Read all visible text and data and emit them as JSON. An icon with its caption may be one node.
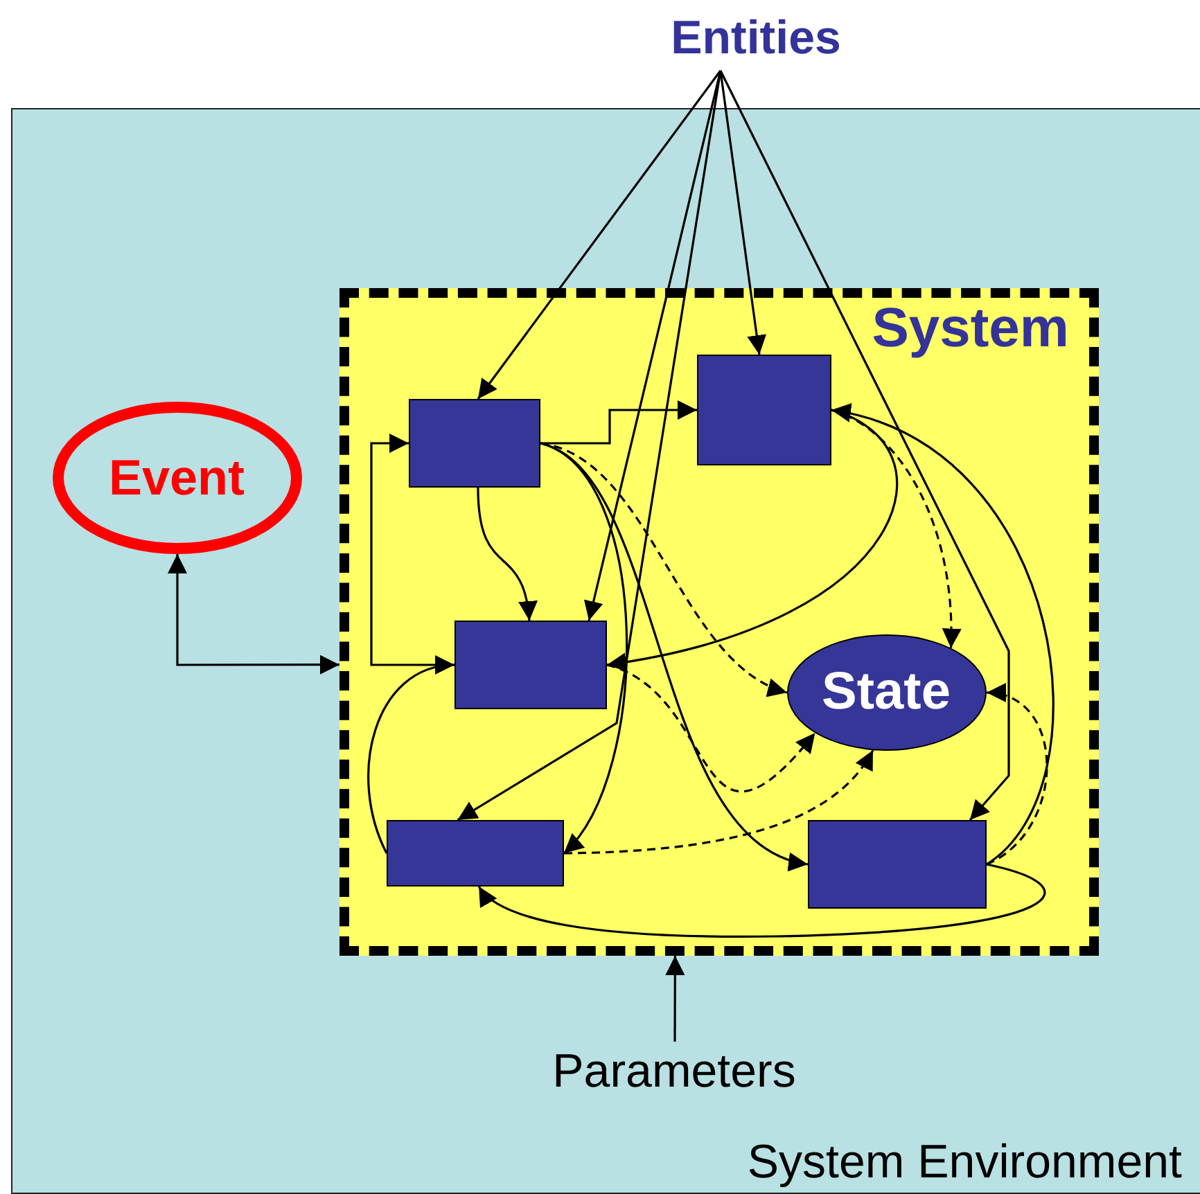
{
  "diagram": {
    "nodes": [
      {
        "text": [
          "System Environment"
        ]
      },
      {
        "text": [
          "System"
        ],
        "in": 0
      },
      {
        "text": [
          "Entities"
        ]
      },
      {
        "text": [
          "Event"
        ],
        "in": 0
      },
      {
        "text": [],
        "shape": "box",
        "in": 1
      },
      {
        "text": [],
        "shape": "box",
        "in": 1
      },
      {
        "text": [],
        "shape": "box",
        "in": 1
      },
      {
        "text": [
          "State"
        ],
        "in": 1
      },
      {
        "text": [],
        "shape": "box",
        "in": 1
      },
      {
        "text": [],
        "shape": "box",
        "in": 1
      },
      {
        "text": [
          "Parameters"
        ],
        "in": 0
      }
    ],
    "edges": [
      {
        "from": 2,
        "to": 4,
        "arrow": "to"
      },
      {
        "from": 2,
        "to": 5,
        "arrow": "to"
      },
      {
        "from": 2,
        "to": 6,
        "arrow": "to"
      },
      {
        "from": 2,
        "to": 8,
        "arrow": "to"
      },
      {
        "from": 2,
        "to": 9,
        "arrow": "to"
      },
      {
        "from": 4,
        "to": 5,
        "arrow": "to"
      },
      {
        "from": 6,
        "to": 4,
        "arrow": "to"
      },
      {
        "from": 4,
        "to": 6,
        "arrow": "to"
      },
      {
        "from": 4,
        "to": 8,
        "arrow": "to"
      },
      {
        "from": 4,
        "to": 9,
        "arrow": "to"
      },
      {
        "from": 4,
        "to": 7,
        "arrow": "to",
        "style": "dashed"
      },
      {
        "from": 5,
        "to": 6,
        "arrow": "to"
      },
      {
        "from": 5,
        "to": 7,
        "arrow": "to",
        "style": "dashed"
      },
      {
        "from": 9,
        "to": 5,
        "arrow": "to"
      },
      {
        "from": 6,
        "to": 7,
        "arrow": "to",
        "style": "dashed"
      },
      {
        "from": 8,
        "to": 7,
        "arrow": "to",
        "style": "dashed"
      },
      {
        "from": 9,
        "to": 7,
        "arrow": "to",
        "style": "dashed"
      },
      {
        "from": 9,
        "to": 8,
        "arrow": "to"
      },
      {
        "from": 8,
        "to": 6,
        "arrow": "to"
      },
      {
        "from": 3,
        "to": 1,
        "arrow": "both"
      },
      {
        "from": 10,
        "to": 1,
        "arrow": "to"
      }
    ]
  }
}
